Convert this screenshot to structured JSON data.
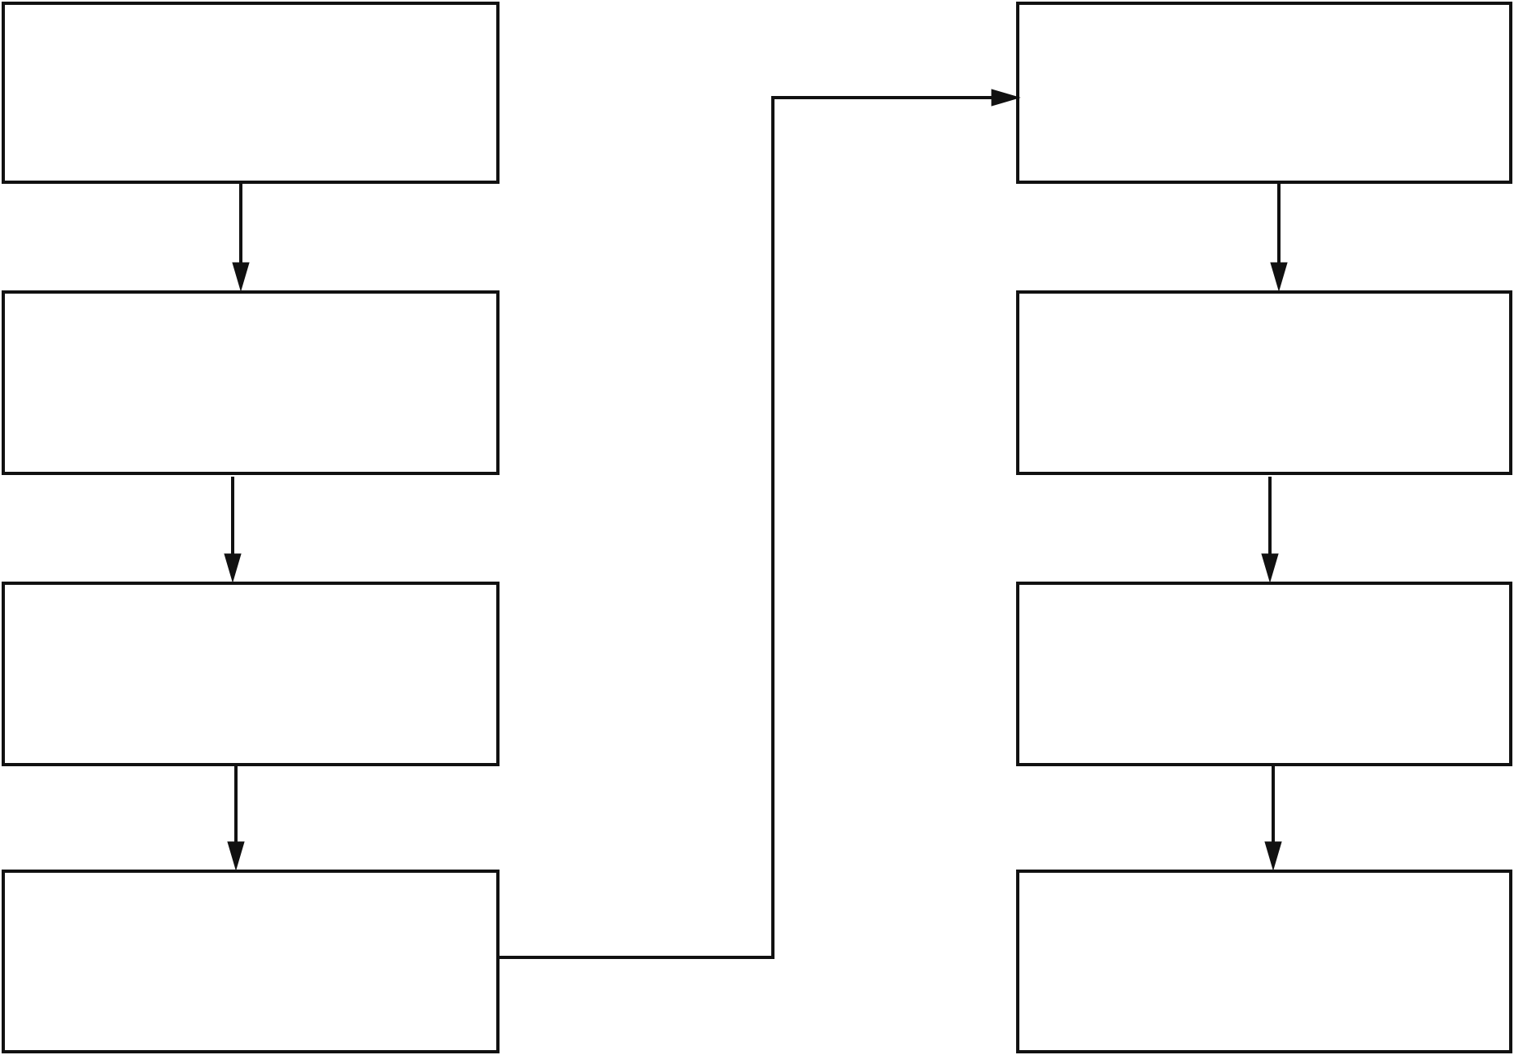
{
  "diagram": {
    "kind": "flowchart",
    "colors": {
      "background": "#ffffff",
      "stroke": "#111111",
      "box_fill": "#ffffff"
    },
    "boxes": [
      {
        "id": "left-1",
        "text": ""
      },
      {
        "id": "left-2",
        "text": ""
      },
      {
        "id": "left-3",
        "text": ""
      },
      {
        "id": "left-4",
        "text": ""
      },
      {
        "id": "right-1",
        "text": ""
      },
      {
        "id": "right-2",
        "text": ""
      },
      {
        "id": "right-3",
        "text": ""
      },
      {
        "id": "right-4",
        "text": ""
      }
    ],
    "connectors": [
      {
        "from": "left-1",
        "to": "left-2"
      },
      {
        "from": "left-2",
        "to": "left-3"
      },
      {
        "from": "left-3",
        "to": "left-4"
      },
      {
        "from": "left-4",
        "to": "right-1"
      },
      {
        "from": "right-1",
        "to": "right-2"
      },
      {
        "from": "right-2",
        "to": "right-3"
      },
      {
        "from": "right-3",
        "to": "right-4"
      }
    ]
  }
}
